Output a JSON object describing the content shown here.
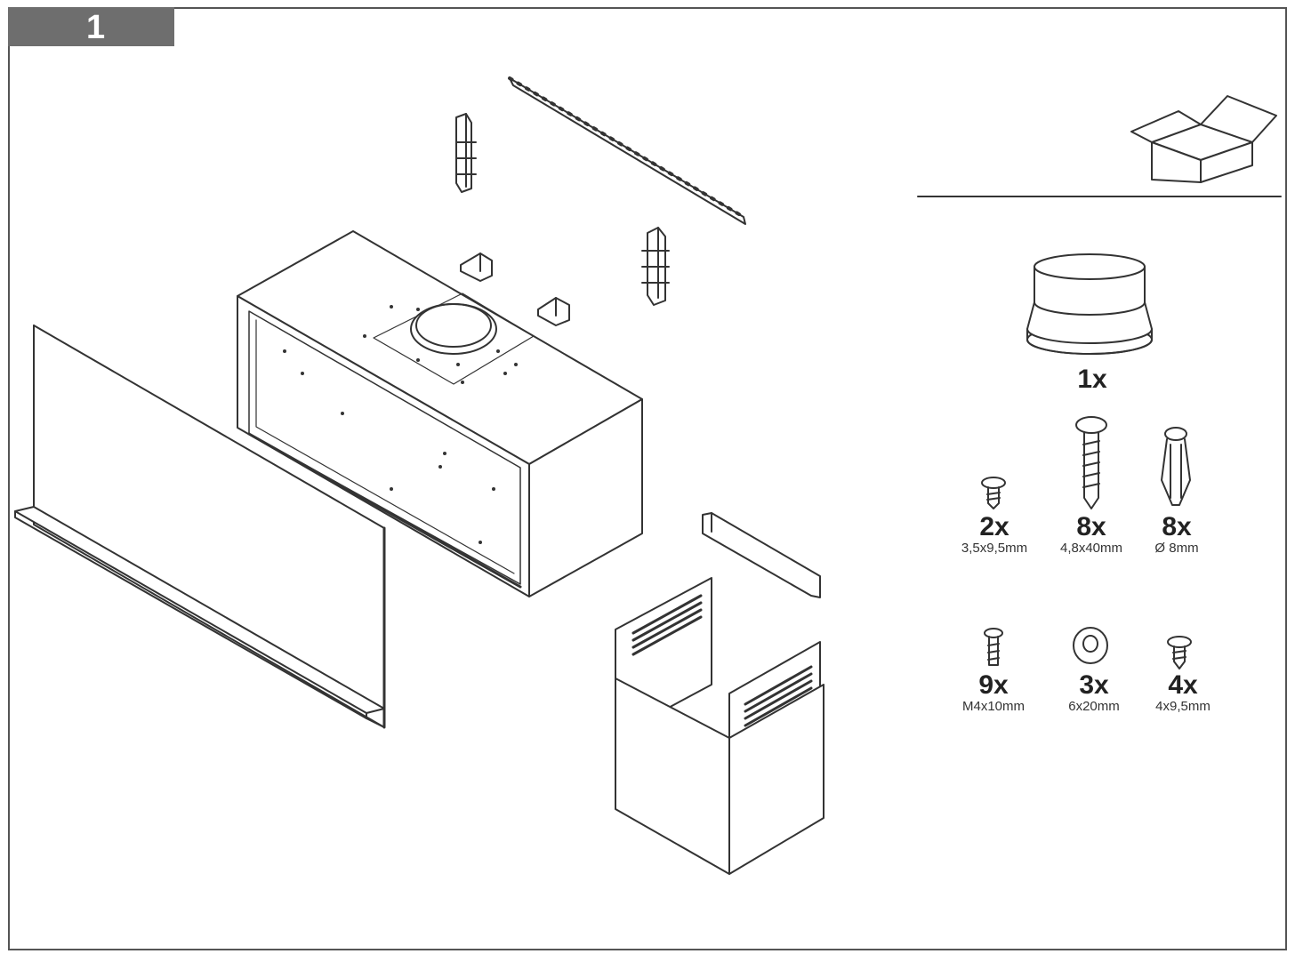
{
  "step": {
    "number": "1"
  },
  "parts": [
    {
      "id": "adapter",
      "qty": "1x",
      "size": ""
    },
    {
      "id": "screw-a",
      "qty": "2x",
      "size": "3,5x9,5mm"
    },
    {
      "id": "screw-b",
      "qty": "8x",
      "size": "4,8x40mm"
    },
    {
      "id": "dowel",
      "qty": "8x",
      "size": "Ø 8mm"
    },
    {
      "id": "screw-c",
      "qty": "9x",
      "size": "M4x10mm"
    },
    {
      "id": "washer",
      "qty": "3x",
      "size": "6x20mm"
    },
    {
      "id": "screw-d",
      "qty": "4x",
      "size": "4x9,5mm"
    }
  ],
  "colors": {
    "tab": "#6e6e6e",
    "line": "#333333"
  }
}
